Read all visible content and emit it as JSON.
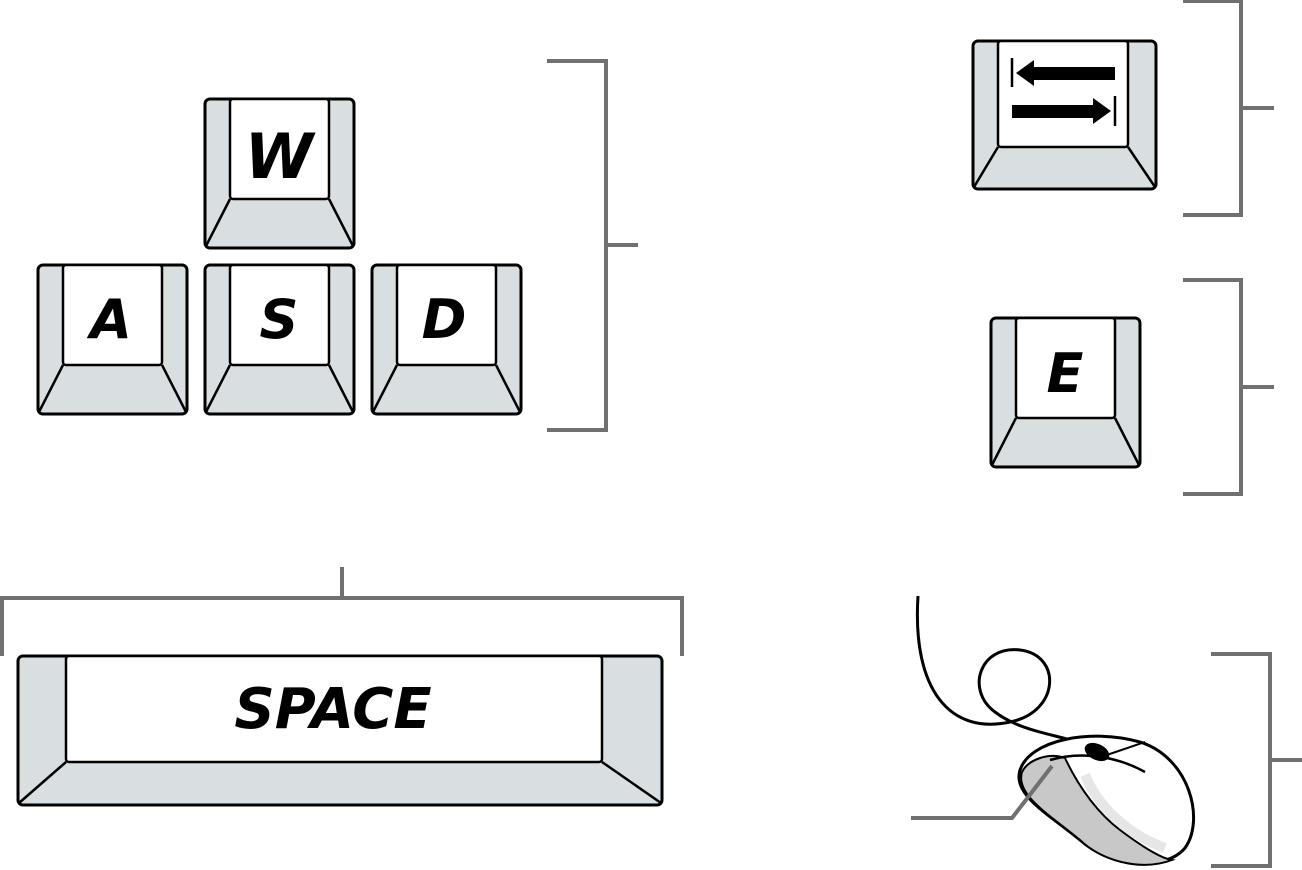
{
  "keys": {
    "w": "W",
    "a": "A",
    "s": "S",
    "d": "D",
    "e": "E",
    "space": "SPACE"
  },
  "icons": {
    "tab_key": "tab-arrows-icon",
    "mouse": "mouse-icon"
  },
  "colors": {
    "key_face": "#ffffff",
    "key_sides": "#d9dee1",
    "bracket": "#707070"
  }
}
